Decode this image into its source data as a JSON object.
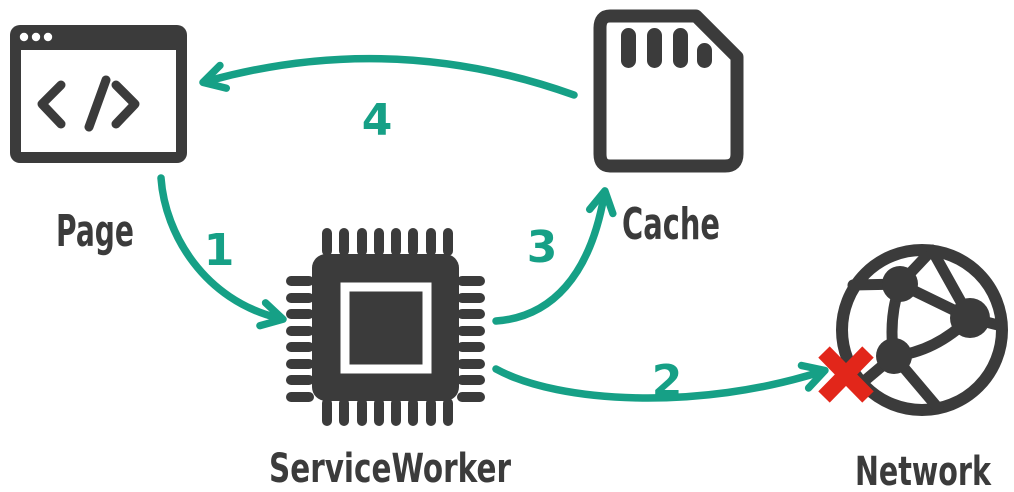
{
  "diagram": {
    "type": "flow-diagram",
    "subject": "service-worker-cache-fallback-when-network-unavailable",
    "colors": {
      "icon": "#3B3B3B",
      "arrow": "#16A086",
      "error_x": "#E2261A",
      "background": "#FFFFFF"
    },
    "nodes": [
      {
        "id": "page",
        "label": "Page",
        "icon": "browser-window-code-icon"
      },
      {
        "id": "service_worker",
        "label": "ServiceWorker",
        "icon": "cpu-chip-icon"
      },
      {
        "id": "cache",
        "label": "Cache",
        "icon": "sd-card-icon"
      },
      {
        "id": "network",
        "label": "Network",
        "icon": "globe-network-icon",
        "status": "unreachable (red X)"
      }
    ],
    "steps": [
      {
        "number": "1",
        "from": "Page",
        "to": "ServiceWorker"
      },
      {
        "number": "2",
        "from": "ServiceWorker",
        "to": "Network",
        "result": "blocked"
      },
      {
        "number": "3",
        "from": "ServiceWorker",
        "to": "Cache"
      },
      {
        "number": "4",
        "from": "Cache",
        "to": "Page"
      }
    ]
  }
}
